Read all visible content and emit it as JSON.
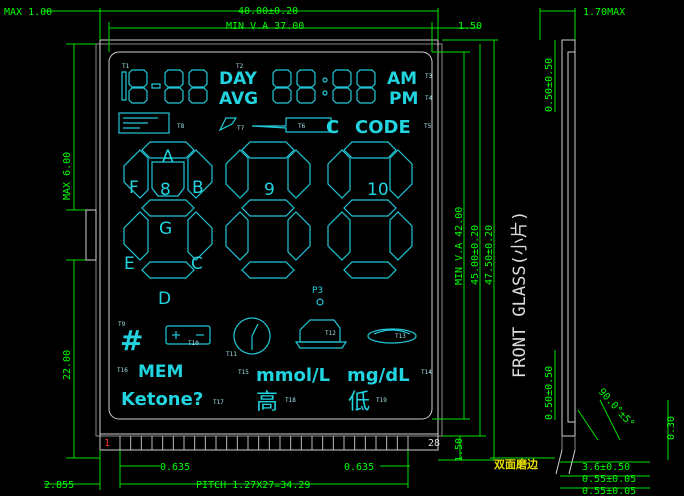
{
  "dimensions": {
    "max_left": "MAX 1.00",
    "width_total": "40.00±0.20",
    "min_va_width": "MIN V.A 37.00",
    "right_gap": "1.50",
    "thickness_max": "1.70MAX",
    "max_height_6": "MAX 6.00",
    "dim_22": "22.00",
    "top_margin": "0.50±0.50",
    "bottom_margin": "0.50±0.50",
    "min_va_height": "MIN V.A 42.00",
    "height_45": "45.00±0.20",
    "height_47": "47.50±0.20",
    "bottom_1_50": "1.50",
    "dim_0_30": "0.30",
    "angle": "90.0°±5°",
    "pitch_left": "0.635",
    "pitch_right": "0.635",
    "left_offset": "2.855",
    "pitch": "PITCH 1.27X27=34.29",
    "pin_length": "3.6±0.50",
    "tol_1": "0.55±0.05",
    "tol_2": "0.55±0.05"
  },
  "labels": {
    "front_glass": "FRONT GLASS(小片)",
    "double_side_grind": "双面磨边",
    "pin_first": "1",
    "pin_last": "28"
  },
  "segments": {
    "day": "DAY",
    "avg": "AVG",
    "am": "AM",
    "pm": "PM",
    "code": "CODE",
    "c_unit": "C",
    "mem": "MEM",
    "units_mmol": "mmol/L",
    "units_mg": "mg/dL",
    "ketone": "Ketone?",
    "high": "高",
    "low": "低",
    "hash": "#",
    "p3": "P3",
    "seg_a": "A",
    "seg_b": "B",
    "seg_c": "C",
    "seg_d": "D",
    "seg_e": "E",
    "seg_f": "F",
    "seg_g": "G",
    "digit_8": "8",
    "digit_9": "9",
    "digit_10": "10"
  },
  "tags": {
    "t1": "T1",
    "t2": "T2",
    "t3": "T3",
    "t4": "T4",
    "t5": "T5",
    "t6": "T6",
    "t7": "T7",
    "t8": "T8",
    "t9": "T9",
    "t10": "T10",
    "t11": "T11",
    "t12": "T12",
    "t13": "T13",
    "t14": "T14",
    "t15": "T15",
    "t16": "T16",
    "t17": "T17",
    "t18": "T18",
    "t19": "T19"
  },
  "colors": {
    "dimension": "#00ff00",
    "segment": "#21d4e0",
    "outline": "#cfcfcf",
    "background": "#000000"
  }
}
